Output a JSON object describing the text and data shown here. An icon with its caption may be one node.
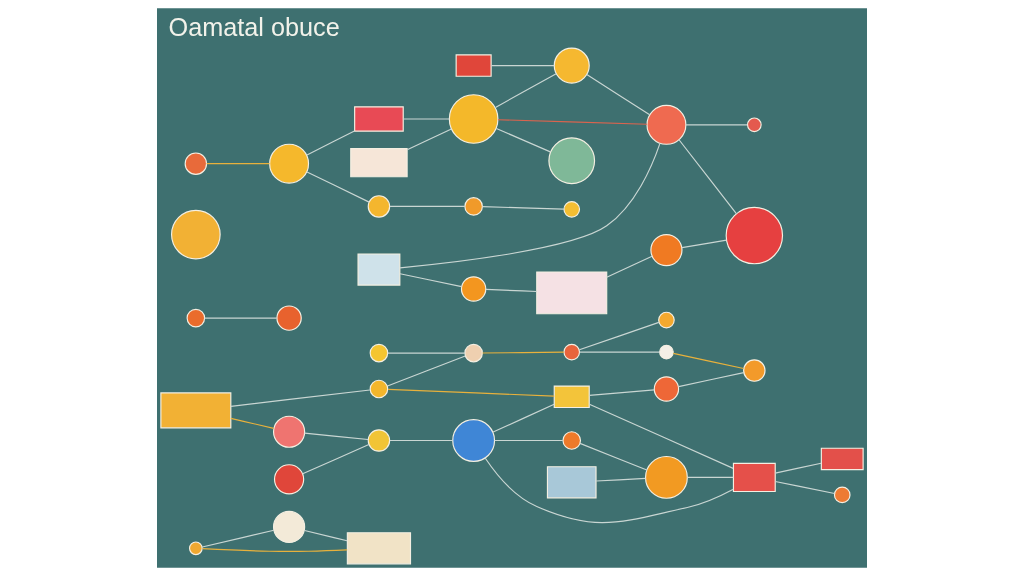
{
  "diagram": {
    "title": "Oamatal obuce",
    "nodes": [
      {
        "text": [],
        "shape": "circle"
      },
      {
        "text": [],
        "shape": "box"
      },
      {
        "text": [],
        "shape": "circle"
      },
      {
        "text": [],
        "shape": "circle"
      },
      {
        "text": [],
        "shape": "circle"
      },
      {
        "text": [],
        "shape": "circle"
      },
      {
        "text": [],
        "shape": "circle"
      },
      {
        "text": [],
        "shape": "box"
      },
      {
        "text": [],
        "shape": "circle"
      },
      {
        "text": [],
        "shape": "circle"
      },
      {
        "text": [],
        "shape": "circle"
      },
      {
        "text": [],
        "shape": "circle"
      },
      {
        "text": [],
        "shape": "circle"
      },
      {
        "text": [],
        "shape": "box"
      },
      {
        "text": [],
        "shape": "box"
      },
      {
        "text": [],
        "shape": "box"
      },
      {
        "text": [],
        "shape": "circle"
      },
      {
        "text": [],
        "shape": "circle"
      },
      {
        "text": [],
        "shape": "circle"
      },
      {
        "text": [],
        "shape": "circle"
      },
      {
        "text": [],
        "shape": "circle"
      },
      {
        "text": [],
        "shape": "circle"
      },
      {
        "text": [],
        "shape": "circle"
      },
      {
        "text": [],
        "shape": "circle"
      },
      {
        "text": [],
        "shape": "circle"
      },
      {
        "text": [],
        "shape": "circle"
      },
      {
        "text": [],
        "shape": "circle"
      },
      {
        "text": [],
        "shape": "box"
      },
      {
        "text": [],
        "shape": "box"
      },
      {
        "text": [],
        "shape": "circle"
      },
      {
        "text": [],
        "shape": "box"
      },
      {
        "text": [],
        "shape": "box"
      },
      {
        "text": [],
        "shape": "circle"
      },
      {
        "text": [],
        "shape": "circle"
      },
      {
        "text": [],
        "shape": "circle"
      },
      {
        "text": [],
        "shape": "box"
      },
      {
        "text": [],
        "shape": "circle"
      },
      {
        "text": [],
        "shape": "circle"
      },
      {
        "text": [],
        "shape": "circle"
      },
      {
        "text": [],
        "shape": "circle"
      },
      {
        "text": [],
        "shape": "circle"
      },
      {
        "text": [],
        "shape": "circle"
      },
      {
        "text": [],
        "shape": "circle"
      },
      {
        "text": [],
        "shape": "box"
      }
    ],
    "edges": [
      {
        "from": 0,
        "to": 1,
        "arrow": "none"
      },
      {
        "from": 2,
        "to": 0,
        "arrow": "none"
      },
      {
        "from": 2,
        "to": 1,
        "arrow": "none",
        "color": "#e8b13c"
      },
      {
        "from": 7,
        "to": 8,
        "arrow": "none",
        "color": "#e8b13c"
      },
      {
        "from": 8,
        "to": 9,
        "arrow": "none"
      },
      {
        "from": 9,
        "to": 10,
        "arrow": "none"
      },
      {
        "from": 10,
        "to": 11,
        "arrow": "none"
      },
      {
        "from": 11,
        "to": 12,
        "arrow": "none"
      },
      {
        "from": 5,
        "to": 4,
        "arrow": "none"
      },
      {
        "from": 10,
        "to": 13,
        "arrow": "none"
      },
      {
        "from": 13,
        "to": 22,
        "arrow": "none"
      },
      {
        "from": 22,
        "to": 23,
        "arrow": "none"
      },
      {
        "from": 21,
        "to": 13,
        "arrow": "none",
        "color": "#e8b13c"
      },
      {
        "from": 7,
        "to": 21,
        "arrow": "none"
      },
      {
        "from": 21,
        "to": 20,
        "arrow": "none"
      },
      {
        "from": 20,
        "to": 18,
        "arrow": "none",
        "color": "#e8b13c"
      },
      {
        "from": 18,
        "to": 17,
        "arrow": "none"
      },
      {
        "from": 19,
        "to": 20,
        "arrow": "none"
      },
      {
        "from": 24,
        "to": 23,
        "arrow": "none",
        "color": "#e8b13c"
      },
      {
        "from": 18,
        "to": 24,
        "arrow": "none"
      },
      {
        "from": 14,
        "to": 15,
        "arrow": "none"
      },
      {
        "from": 14,
        "to": 10,
        "arrow": "none"
      },
      {
        "from": 13,
        "to": 14,
        "arrow": "none"
      },
      {
        "from": 12,
        "to": 14,
        "arrow": "none"
      },
      {
        "from": 14,
        "to": 16,
        "arrow": "none"
      },
      {
        "from": 25,
        "to": 26,
        "arrow": "none",
        "color": "#e8b13c"
      },
      {
        "from": 26,
        "to": 28,
        "arrow": "none"
      },
      {
        "from": 27,
        "to": 29,
        "arrow": "none"
      },
      {
        "from": 26,
        "to": 40,
        "arrow": "none"
      },
      {
        "from": 40,
        "to": 41,
        "arrow": "none"
      },
      {
        "from": 41,
        "to": 42,
        "arrow": "none"
      },
      {
        "from": 28,
        "to": 29,
        "arrow": "none"
      },
      {
        "from": 29,
        "to": 32,
        "arrow": "none"
      },
      {
        "from": 29,
        "to": 38,
        "arrow": "none"
      },
      {
        "from": 29,
        "to": 33,
        "arrow": "none",
        "color": "#d9644f"
      },
      {
        "from": 30,
        "to": 32,
        "arrow": "none"
      },
      {
        "from": 31,
        "to": 33,
        "arrow": "none"
      },
      {
        "from": 32,
        "to": 33,
        "arrow": "none"
      },
      {
        "from": 33,
        "to": 36,
        "arrow": "none"
      },
      {
        "from": 33,
        "to": 39,
        "arrow": "none"
      },
      {
        "from": 34,
        "to": 35,
        "arrow": "none"
      },
      {
        "from": 35,
        "to": 37,
        "arrow": "none"
      },
      {
        "from": 37,
        "to": 36,
        "arrow": "none"
      },
      {
        "from": 31,
        "to": 34,
        "arrow": "none"
      },
      {
        "from": 3,
        "to": 9,
        "arrow": "none"
      },
      {
        "from": 43,
        "to": 12,
        "arrow": "none"
      }
    ]
  }
}
